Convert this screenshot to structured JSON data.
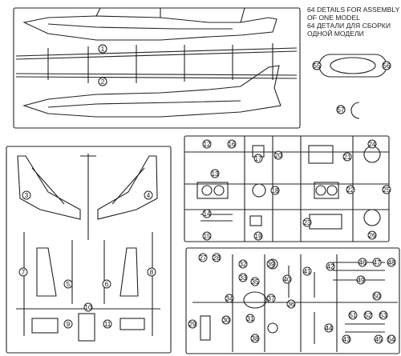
{
  "assembly_note": {
    "line1": "64 DETAILS FOR ASSEMBLY",
    "line2": "OF ONE MODEL",
    "line3": "64 ДЕТАЛИ ДЛЯ СБОРКИ",
    "line4": "ОДНОЙ МОДЕЛИ"
  },
  "parts": {
    "p1": "1",
    "p2": "2",
    "p3": "3",
    "p4": "4",
    "p5": "5",
    "p6": "6",
    "p7": "7",
    "p8": "8",
    "p9": "9",
    "p10": "10",
    "p11": "11",
    "p12": "12",
    "p13": "13",
    "p14": "14",
    "p15": "15",
    "p16": "16",
    "p17": "17",
    "p18": "18",
    "p19": "19",
    "p20": "20",
    "p21": "21",
    "p22": "22",
    "p23": "23",
    "p24": "24",
    "p25": "25",
    "p26": "26",
    "p27": "27",
    "p28": "28",
    "p29": "29",
    "p30": "30",
    "p31": "31",
    "p32": "32",
    "p33": "33",
    "p34": "34",
    "p35": "35",
    "p36": "36",
    "p37": "37",
    "p38": "38",
    "p39": "39",
    "p40": "40",
    "p41": "41",
    "p42": "42",
    "p43": "43",
    "p44": "44",
    "p45": "45",
    "p46": "46",
    "p47": "47",
    "p48": "48",
    "p49": "49",
    "p50": "50",
    "p51": "51",
    "p52": "52",
    "p53": "53",
    "p54": "54",
    "p55": "55",
    "p56": "56",
    "p57": "57"
  },
  "colors": {
    "ink": "#222222",
    "paper": "#ffffff"
  }
}
